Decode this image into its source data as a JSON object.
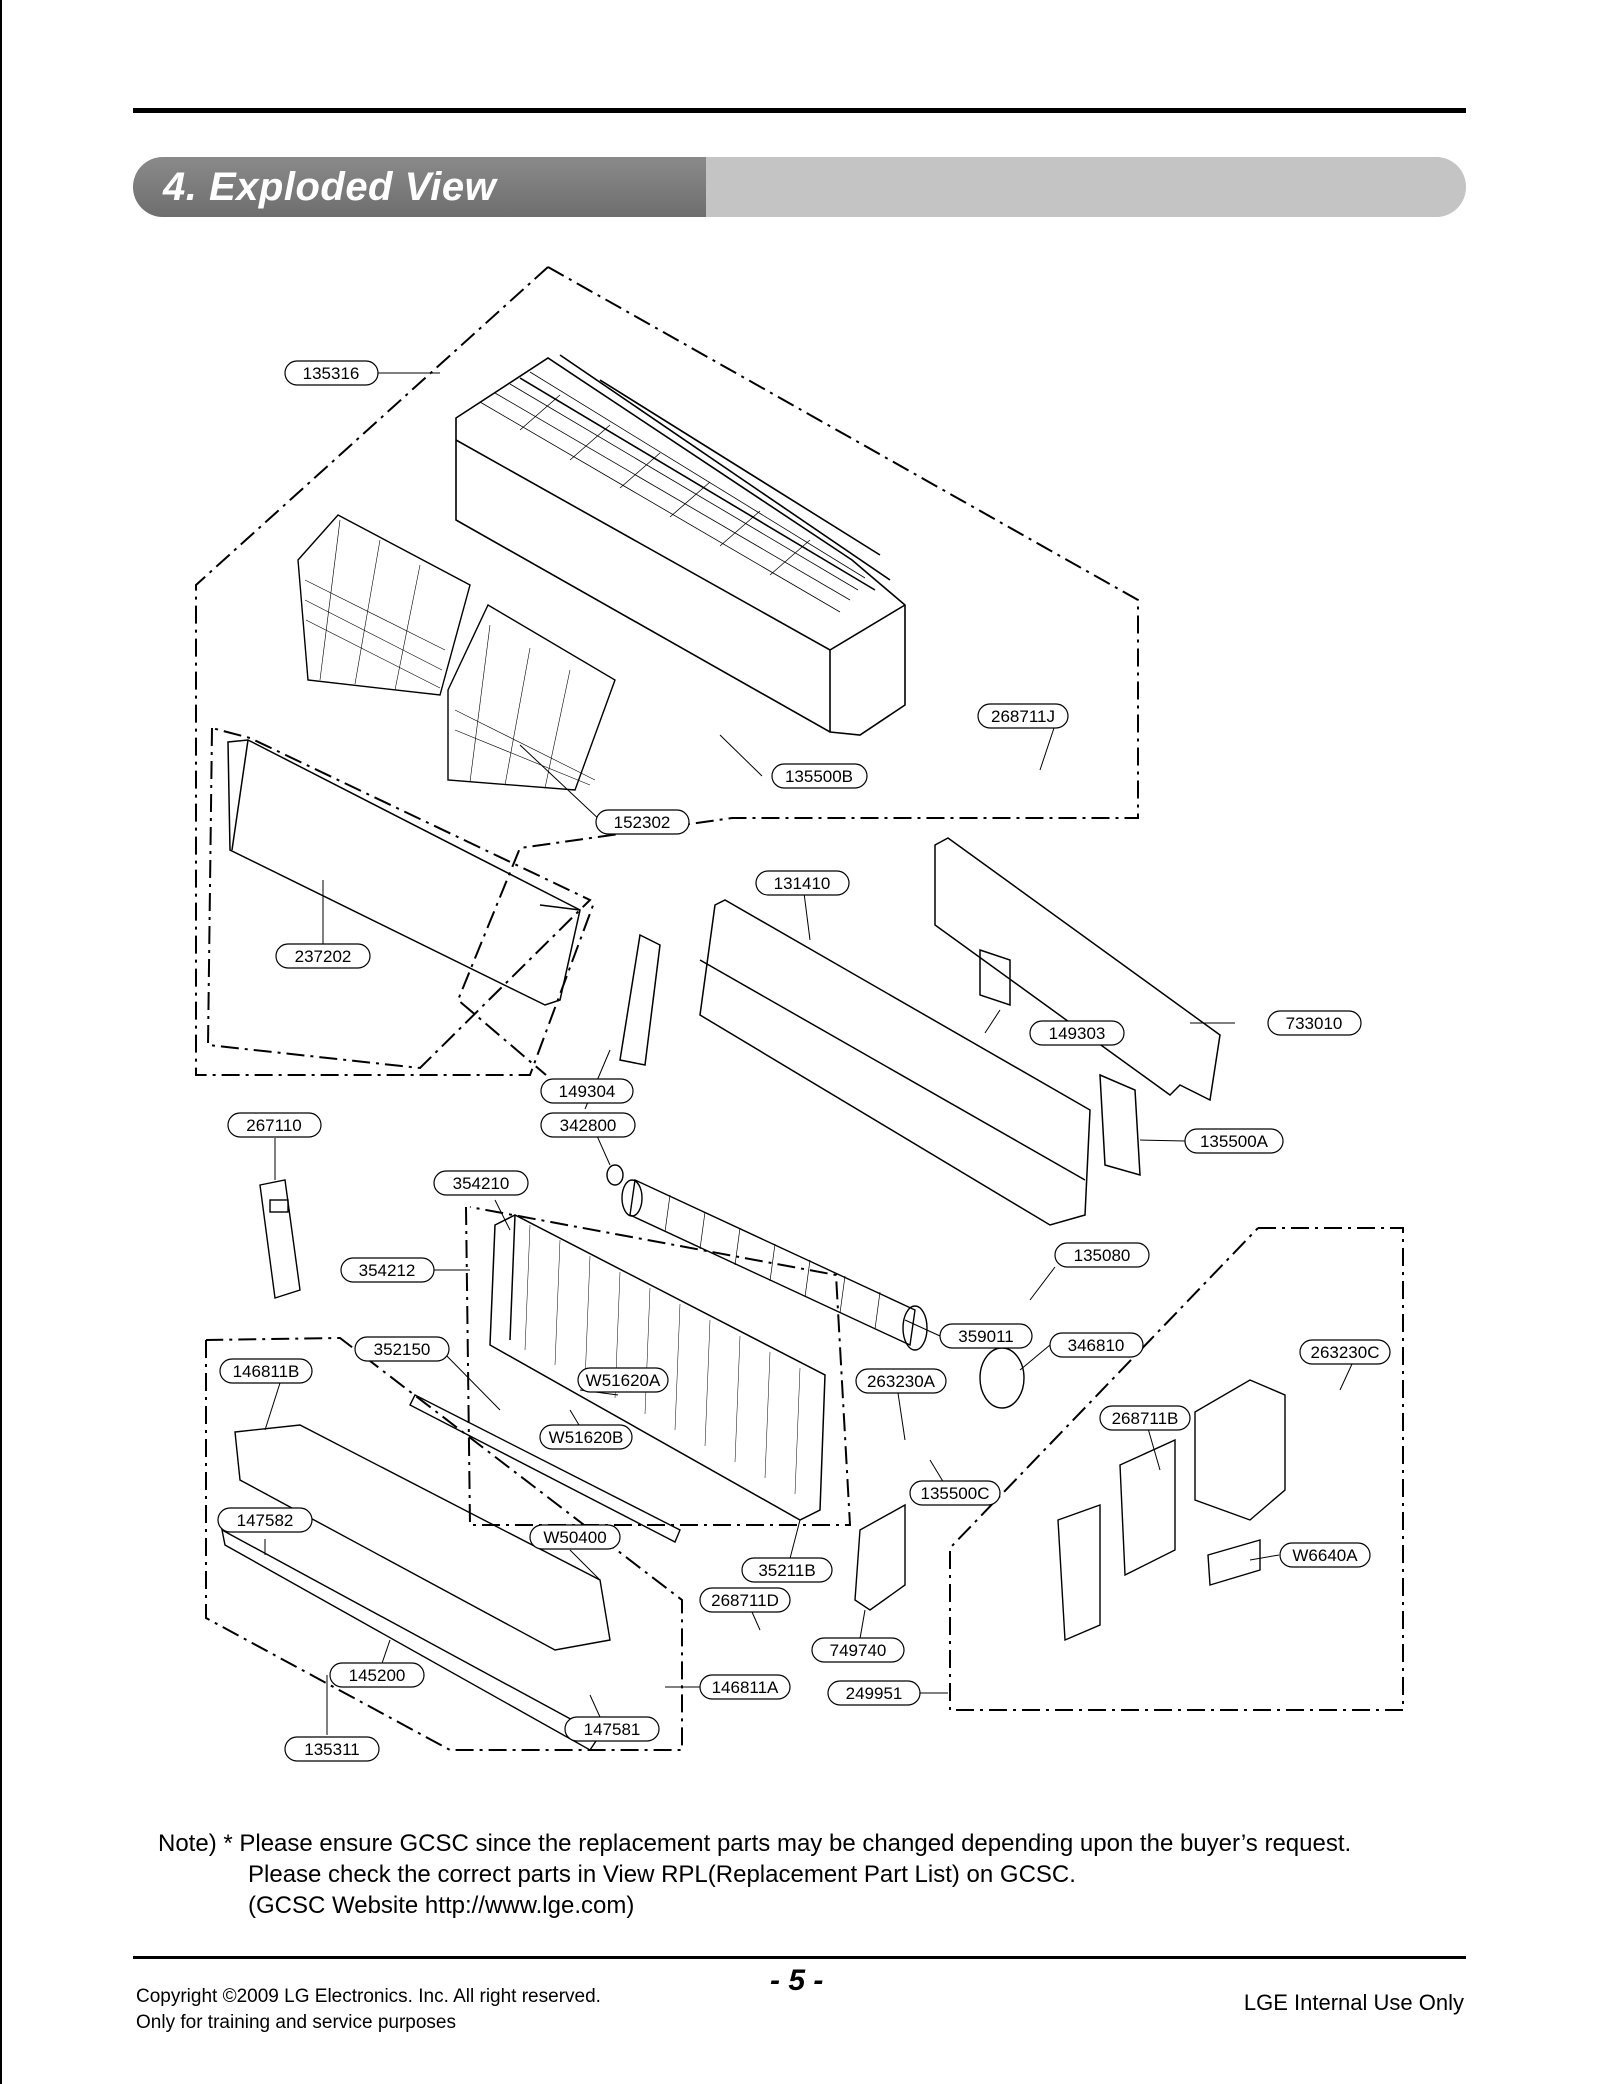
{
  "header": {
    "section_title": "4. Exploded View"
  },
  "diagram": {
    "part_labels": [
      "135316",
      "268711J",
      "135500B",
      "152302",
      "237202",
      "131410",
      "149303",
      "733010",
      "149304",
      "342800",
      "267110",
      "354210",
      "135500A",
      "354212",
      "135080",
      "359011",
      "346810",
      "263230C",
      "352150",
      "146811B",
      "W51620A",
      "263230A",
      "W51620B",
      "268711B",
      "135500C",
      "147582",
      "W50400",
      "W6640A",
      "35211B",
      "268711D",
      "749740",
      "145200",
      "146811A",
      "249951",
      "147581",
      "135311"
    ]
  },
  "note": {
    "line1": "Note) * Please ensure GCSC since the replacement parts may be changed depending upon the buyer’s request.",
    "line2": "Please check the correct parts in View RPL(Replacement Part List) on GCSC.",
    "line3": "(GCSC Website http://www.lge.com)"
  },
  "footer": {
    "copyright": "Copyright ©2009 LG Electronics. Inc. All right reserved.",
    "training": "Only for training and service purposes",
    "page_number": "- 5 -",
    "internal": "LGE Internal Use Only"
  }
}
